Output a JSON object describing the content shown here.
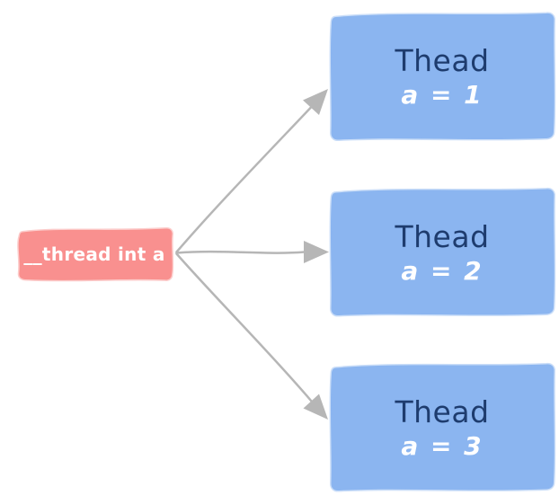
{
  "diagram": {
    "source_node": {
      "label": "__thread int a"
    },
    "thread_nodes": [
      {
        "title": "Thead",
        "value": "a = 1"
      },
      {
        "title": "Thead",
        "value": "a = 2"
      },
      {
        "title": "Thead",
        "value": "a = 3"
      }
    ],
    "colors": {
      "background": "#ffffff",
      "source_fill": "#f9908f",
      "thread_fill": "#8bb5f0",
      "title_text": "#1e3c6e",
      "value_text": "#ffffff",
      "source_text": "#ffffff",
      "arrow": "#b6b6b6"
    }
  }
}
